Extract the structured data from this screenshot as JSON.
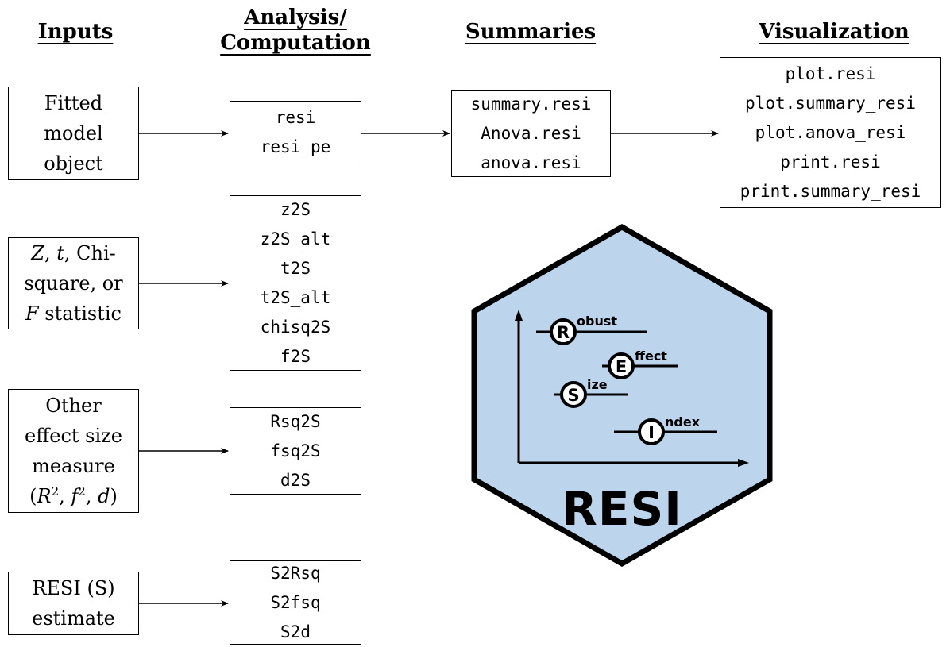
{
  "headers": {
    "inputs": "Inputs",
    "analysis_line1": "Analysis/",
    "analysis_line2": "Computation",
    "summaries": "Summaries",
    "visualization": "Visualization"
  },
  "inputs": {
    "fitted": [
      "Fitted",
      "model",
      "object"
    ],
    "stat": {
      "z": "Z",
      "sep1": ", ",
      "t": "t",
      "chi": ", Chi-",
      "line2": "square, or",
      "f": "F",
      "statistic": " statistic"
    },
    "other": {
      "line1": "Other",
      "line2": "effect size",
      "line3": "measure",
      "open": "(",
      "r": "R",
      "two1": "2",
      "comma1": ", ",
      "f": "f",
      "two2": "2",
      "comma2": ", ",
      "d": "d",
      "close": ")"
    },
    "resi_estimate": [
      "RESI (S)",
      "estimate"
    ]
  },
  "analysis": {
    "main": [
      "resi",
      "resi_pe"
    ],
    "stat": [
      "z2S",
      "z2S_alt",
      "t2S",
      "t2S_alt",
      "chisq2S",
      "f2S"
    ],
    "other": [
      "Rsq2S",
      "fsq2S",
      "d2S"
    ],
    "resi": [
      "S2Rsq",
      "S2fsq",
      "S2d"
    ]
  },
  "summaries": [
    "summary.resi",
    "Anova.resi",
    "anova.resi"
  ],
  "visualization": [
    "plot.resi",
    "plot.summary_resi",
    "plot.anova_resi",
    "print.resi",
    "print.summary_resi"
  ],
  "logo": {
    "robust": {
      "letter": "R",
      "rest": "obust"
    },
    "effect": {
      "letter": "E",
      "rest": "ffect"
    },
    "size": {
      "letter": "S",
      "rest": "ize"
    },
    "index": {
      "letter": "I",
      "rest": "ndex"
    },
    "wordmark": "RESI",
    "colors": {
      "fill": "#bcd4ec",
      "stroke": "#000000"
    }
  }
}
